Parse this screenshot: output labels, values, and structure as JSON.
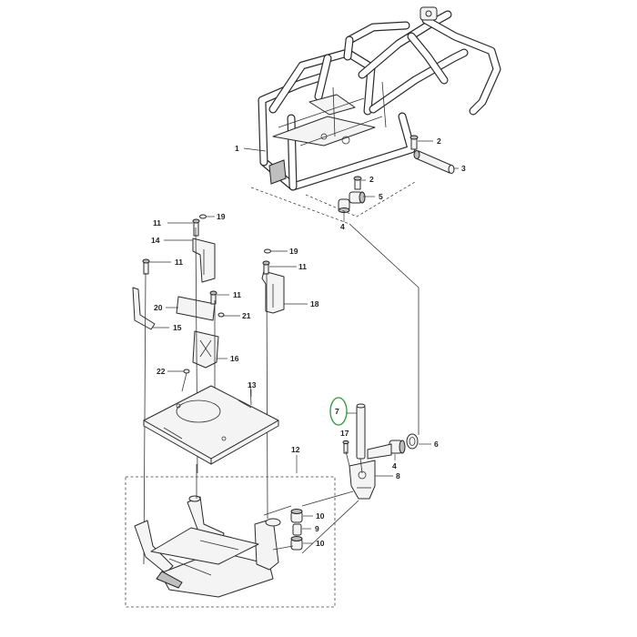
{
  "callouts": {
    "c1": "1",
    "c2a": "2",
    "c3": "3",
    "c2b": "2",
    "c5": "5",
    "c4a": "4",
    "c11a": "11",
    "c19a": "19",
    "c14": "14",
    "c19b": "19",
    "c11b": "11",
    "c11c": "11",
    "c18": "18",
    "c11d": "11",
    "c20": "20",
    "c21": "21",
    "c15": "15",
    "c16": "16",
    "c22": "22",
    "c13": "13",
    "c7": "7",
    "c17": "17",
    "c6": "6",
    "c4b": "4",
    "c8": "8",
    "c12": "12",
    "c10a": "10",
    "c9": "9",
    "c10b": "10"
  },
  "highlighted_part": "7",
  "colors": {
    "line": "#2a2a2a",
    "highlight": "#2e9a3a",
    "background": "#ffffff"
  }
}
